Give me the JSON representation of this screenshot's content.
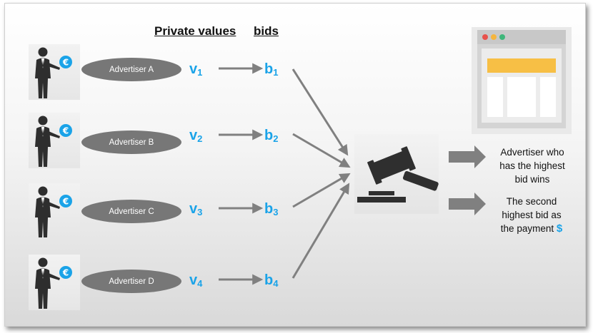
{
  "headers": {
    "private_values": "Private values",
    "bids": "bids"
  },
  "advertisers": [
    {
      "name": "Advertiser A",
      "value_base": "v",
      "value_sub": "1",
      "bid_base": "b",
      "bid_sub": "1"
    },
    {
      "name": "Advertiser B",
      "value_base": "v",
      "value_sub": "2",
      "bid_base": "b",
      "bid_sub": "2"
    },
    {
      "name": "Advertiser C",
      "value_base": "v",
      "value_sub": "3",
      "bid_base": "b",
      "bid_sub": "3"
    },
    {
      "name": "Advertiser D",
      "value_base": "v",
      "value_sub": "4",
      "bid_base": "b",
      "bid_sub": "4"
    }
  ],
  "outcomes": {
    "winner_text": [
      "Advertiser who",
      "has the highest",
      "bid wins"
    ],
    "payment_text": [
      "The second",
      "highest bid as",
      "the payment"
    ],
    "payment_symbol": "$"
  },
  "icons": {
    "person": "businessman-icon",
    "coin": "euro-coin-icon",
    "gavel": "gavel-icon",
    "browser": "browser-window-icon"
  },
  "colors": {
    "accent": "#1aa3e8",
    "pill": "#777777",
    "arrow": "#808080",
    "browser_banner": "#f7bf45"
  }
}
